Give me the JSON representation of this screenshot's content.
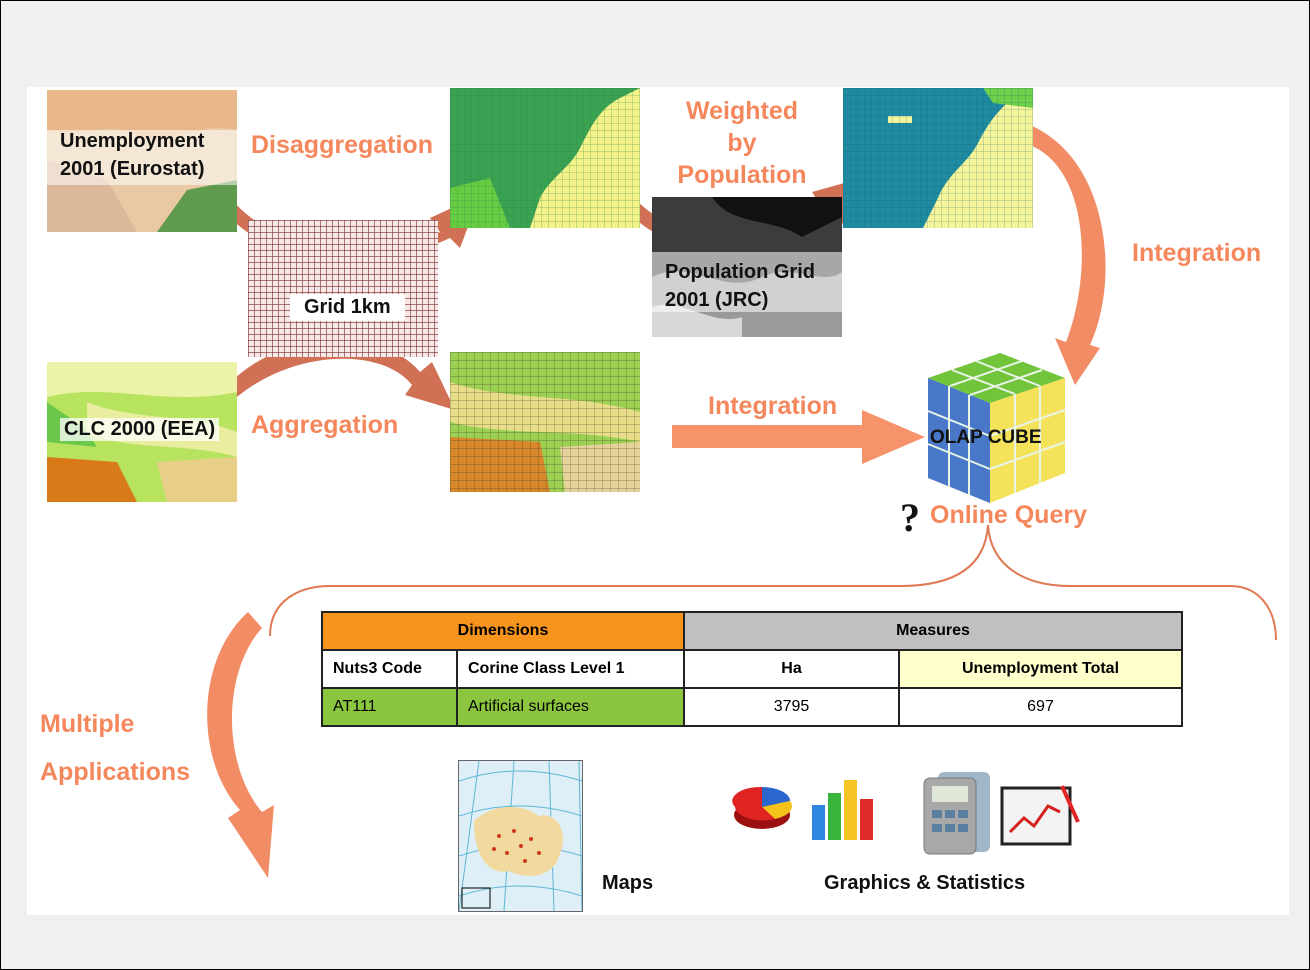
{
  "labels": {
    "unemployment": [
      "Unemployment",
      "2001 (Eurostat)"
    ],
    "clc": "CLC 2000 (EEA)",
    "grid": "Grid 1km",
    "population": [
      "Population Grid",
      "2001 (JRC)"
    ],
    "cube": "OLAP CUBE",
    "maps": "Maps",
    "graphics": "Graphics & Statistics"
  },
  "process": {
    "disaggregation": "Disaggregation",
    "aggregation": "Aggregation",
    "weighted": [
      "Weighted",
      "by",
      "Population"
    ],
    "integration_top": "Integration",
    "integration_mid": "Integration",
    "online_query": "Online Query",
    "multiple_apps": [
      "Multiple",
      "Applications"
    ]
  },
  "table": {
    "group_headers": [
      "Dimensions",
      "Measures"
    ],
    "columns": [
      "Nuts3 Code",
      "Corine Class Level 1",
      "Ha",
      "Unemployment Total"
    ],
    "rows": [
      [
        "AT111",
        "Artificial surfaces",
        "3795",
        "697"
      ]
    ]
  },
  "colors": {
    "accent": "#f5875c",
    "dimensions": "#f7941d",
    "measures": "#c0c0c0",
    "dimension_cell": "#8cc63f",
    "measure_highlight": "#ffffcc"
  }
}
